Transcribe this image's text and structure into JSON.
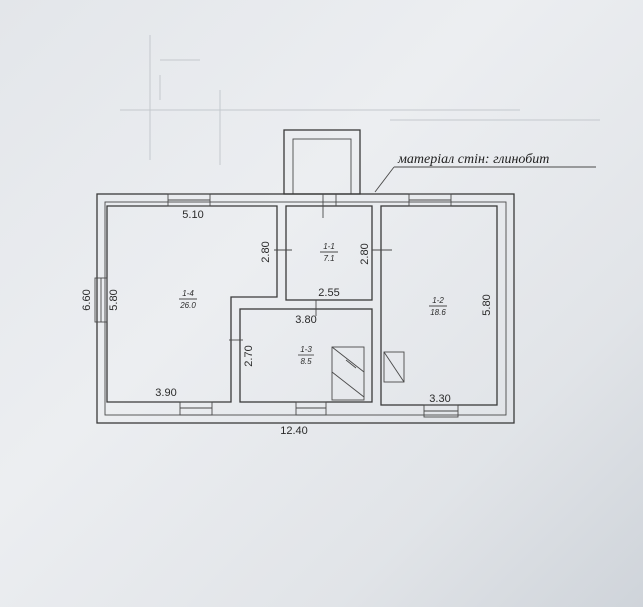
{
  "material_note": "матеріал стін: глинобит",
  "dimensions": {
    "top_left_width": "5.10",
    "left_outer_height": "6.60",
    "left_inner_height": "5.80",
    "bottom_left_width": "3.90",
    "total_width": "12.40",
    "hall_left_height": "2.80",
    "hall_right_height": "2.80",
    "hall_bottom_width": "2.55",
    "kitchen_top_width": "3.80",
    "kitchen_height": "2.70",
    "right_room_height": "5.80",
    "right_room_bottom_width": "3.30"
  },
  "rooms": [
    {
      "id": "1-1",
      "area": "7.1"
    },
    {
      "id": "1-2",
      "area": "18.6"
    },
    {
      "id": "1-3",
      "area": "8.5"
    },
    {
      "id": "1-4",
      "area": "26.0"
    }
  ]
}
